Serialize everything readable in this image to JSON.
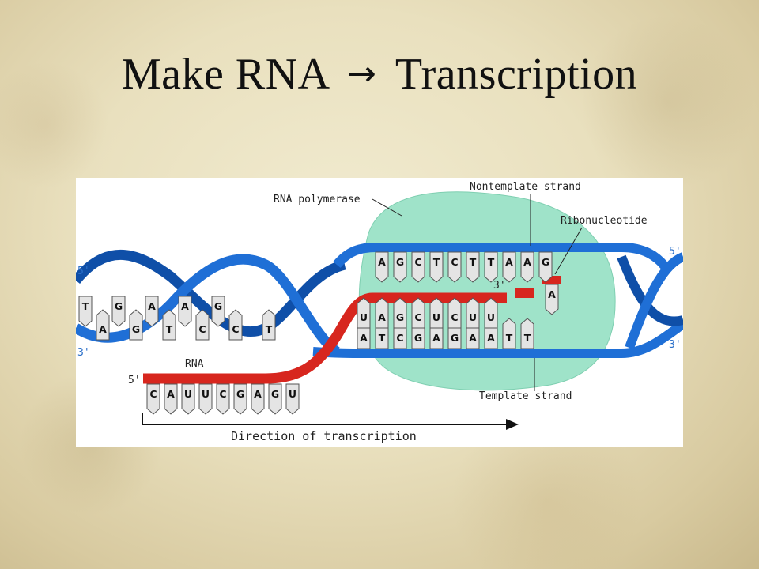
{
  "slide": {
    "title_left": "Make RNA",
    "title_arrow": "→",
    "title_right": "Transcription"
  },
  "diagram": {
    "labels": {
      "rna_polymerase": "RNA polymerase",
      "nontemplate_strand": "Nontemplate strand",
      "ribonucleotide": "Ribonucleotide",
      "rna": "RNA",
      "template_strand": "Template strand",
      "direction": "Direction of transcription"
    },
    "strand_ends": {
      "left_top": "5'",
      "left_bottom": "3'",
      "right_top": "5'",
      "right_bottom": "3'",
      "rna_start": "5'",
      "rna_end": "3'"
    },
    "nontemplate_bases": [
      "A",
      "G",
      "C",
      "T",
      "C",
      "T",
      "T",
      "A",
      "A",
      "G"
    ],
    "template_bases": [
      "A",
      "T",
      "C",
      "G",
      "A",
      "G",
      "A",
      "A",
      "T",
      "T"
    ],
    "rna_paired_bases": [
      "U",
      "A",
      "G",
      "C",
      "U",
      "C",
      "U",
      "U"
    ],
    "rna_tail_bases": [
      "C",
      "A",
      "U",
      "U",
      "C",
      "G",
      "A",
      "G",
      "U"
    ],
    "free_nucleotide": "A",
    "left_helix_bases_top": [
      "T",
      "G",
      "A",
      "A",
      "G"
    ],
    "left_helix_bases_bottom": [
      "A",
      "G",
      "T",
      "C",
      "C",
      "T"
    ],
    "colors": {
      "dna_backbone": "#1f6fd6",
      "dna_backbone_dark": "#0f4fa8",
      "rna": "#d7261e",
      "polymerase": "#9fe3c9",
      "base_fill": "#e4e4e4"
    }
  }
}
